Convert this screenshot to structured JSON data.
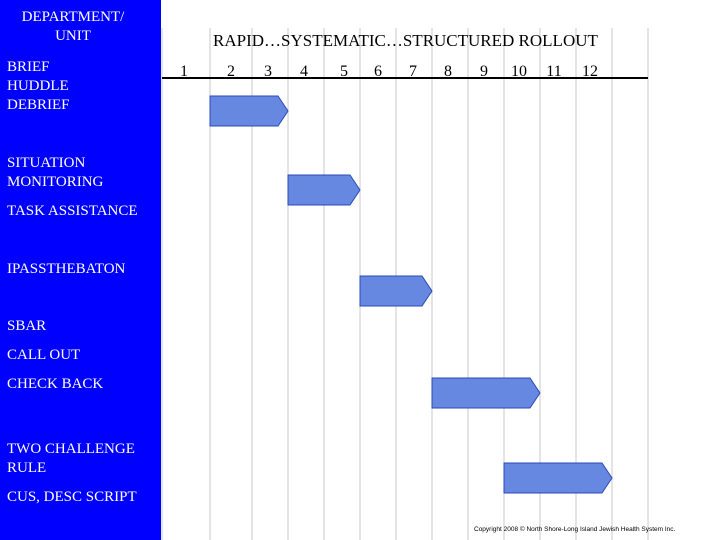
{
  "sidebar": {
    "department_unit": "DEPARTMENT/\nUNIT",
    "items": [
      {
        "label": "BRIEF\nHUDDLE\nDEBRIEF"
      },
      {
        "label": "SITUATION\nMONITORING"
      },
      {
        "label": "TASK ASSISTANCE"
      },
      {
        "label": "IPASSTHEBATON"
      },
      {
        "label": "SBAR"
      },
      {
        "label": "CALL OUT"
      },
      {
        "label": "CHECK BACK"
      },
      {
        "label": "TWO CHALLENGE\nRULE"
      },
      {
        "label": "CUS, DESC SCRIPT"
      }
    ]
  },
  "chart": {
    "title": "RAPID…SYSTEMATIC…STRUCTURED ROLLOUT",
    "columns": [
      "1",
      "2",
      "3",
      "4",
      "5",
      "6",
      "7",
      "8",
      "9",
      "10",
      "11",
      "12"
    ]
  },
  "bars": [
    {
      "name": "bar-brief-huddle-debrief",
      "start": 1,
      "end": 3
    },
    {
      "name": "bar-situation-monitoring",
      "start": 3,
      "end": 5
    },
    {
      "name": "bar-ipassthebaton",
      "start": 5,
      "end": 7
    },
    {
      "name": "bar-check-back",
      "start": 7,
      "end": 10
    },
    {
      "name": "bar-two-challenge-rule",
      "start": 9,
      "end": 12
    }
  ],
  "colors": {
    "sidebar": "#0000ff",
    "bar_fill": "#6688e0",
    "bar_stroke": "#2a4ab8",
    "grid": "#c8c8c8"
  },
  "footer": {
    "copyright": "Copyright 2008 © North Shore-Long Island Jewish Health System Inc."
  }
}
